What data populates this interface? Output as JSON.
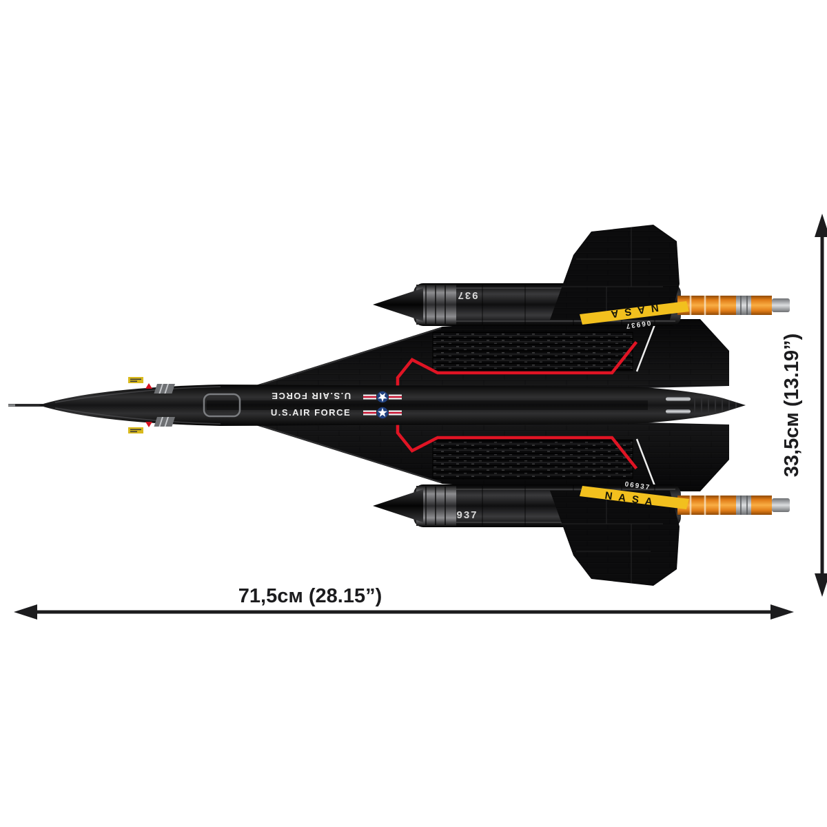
{
  "annotations": {
    "length_label": "71,5см (28.15”)",
    "height_label": "33,5см (13.19”)"
  },
  "aircraft": {
    "fuselage_marking_top": "U.S.AIR FORCE",
    "fuselage_marking_bottom": "U.S.AIR FORCE",
    "nacelle_number_top": "937",
    "nacelle_number_bottom": "937",
    "fin_text_top": "NASA",
    "fin_serial_top": "06937",
    "fin_text_bottom": "NASA",
    "fin_serial_bottom": "06937"
  },
  "colors": {
    "background": "#ffffff",
    "airframe_black": "#0b0b0c",
    "accent_red": "#e01424",
    "flame_orange": "#ef9226",
    "nasa_yellow": "#f2c01e",
    "silver": "#c6c9cc",
    "dimension_line": "#1c1c1e"
  }
}
